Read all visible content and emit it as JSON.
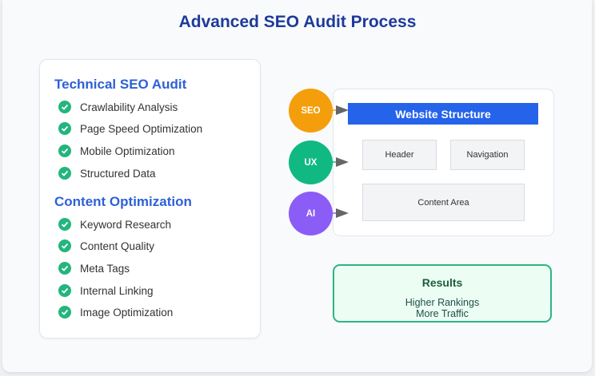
{
  "title": "Advanced SEO Audit Process",
  "colors": {
    "title": "#1e3a9a",
    "section_title": "#2d61d6",
    "check": "#23b57d",
    "seo": "#f59e0b",
    "ux": "#10b981",
    "ai": "#8b5cf6",
    "website_structure": "#2563eb",
    "results_border": "#2bb583",
    "results_bg": "#ecfdf3"
  },
  "sections": [
    {
      "title": "Technical SEO Audit",
      "items": [
        "Crawlability Analysis",
        "Page Speed Optimization",
        "Mobile Optimization",
        "Structured Data"
      ]
    },
    {
      "title": "Content Optimization",
      "items": [
        "Keyword Research",
        "Content Quality",
        "Meta Tags",
        "Internal Linking",
        "Image Optimization"
      ]
    }
  ],
  "inputs": [
    {
      "label": "SEO",
      "color": "#f59e0b"
    },
    {
      "label": "UX",
      "color": "#10b981"
    },
    {
      "label": "AI",
      "color": "#8b5cf6"
    }
  ],
  "structure": {
    "title": "Website Structure",
    "blocks": {
      "header": "Header",
      "navigation": "Navigation",
      "content": "Content Area"
    }
  },
  "results": {
    "title": "Results",
    "lines": [
      "Higher Rankings",
      "More Traffic"
    ]
  }
}
